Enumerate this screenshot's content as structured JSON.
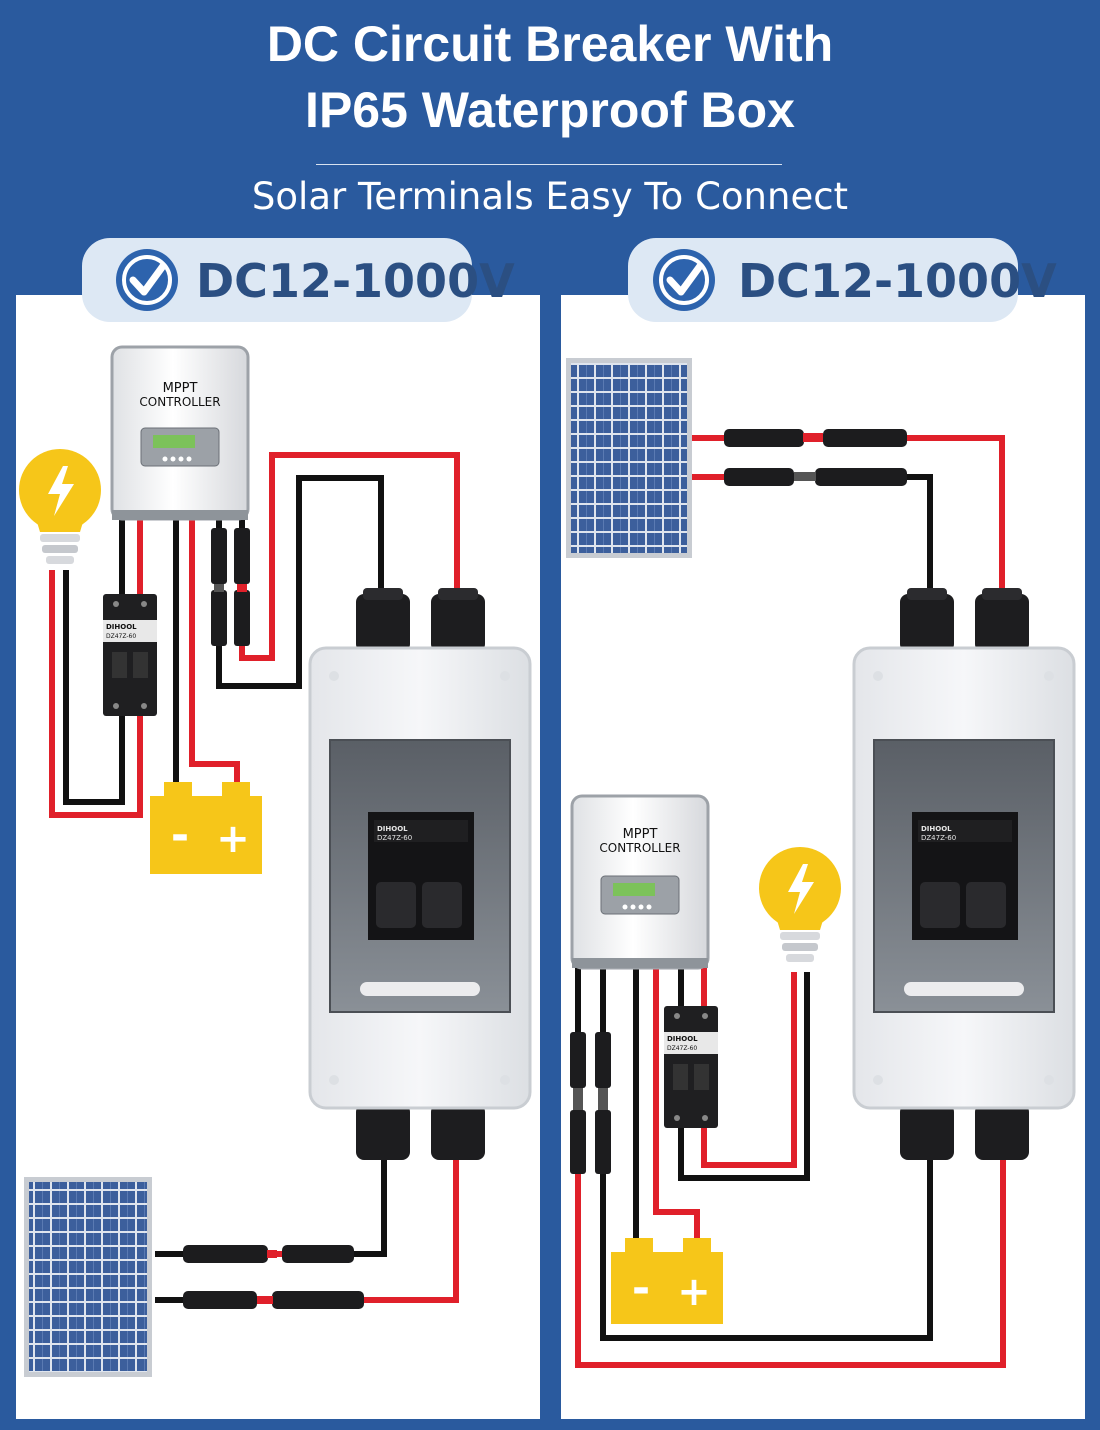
{
  "header": {
    "title_line1": "DC Circuit Breaker With",
    "title_line2": "IP65 Waterproof Box",
    "subtitle": "Solar Terminals Easy To Connect"
  },
  "panels": [
    {
      "voltage_badge": "DC12-1000V",
      "controller_line1": "MPPT",
      "controller_line2": "CONTROLLER",
      "breaker_brand": "DIHOOL",
      "breaker_model": "DZ47Z-60"
    },
    {
      "voltage_badge": "DC12-1000V",
      "controller_line1": "MPPT",
      "controller_line2": "CONTROLLER",
      "breaker_brand": "DIHOOL",
      "breaker_model": "DZ47Z-60"
    }
  ],
  "battery": {
    "minus": "-",
    "plus": "+"
  },
  "colors": {
    "background": "#2a5a9e",
    "badge": "#dde8f4",
    "check": "#2d63ad",
    "badge_text": "#2b4f82",
    "wire_red": "#e0202a",
    "wire_black": "#111111",
    "battery": "#f6c619",
    "bulb": "#f6c619",
    "solar_cell": "#3c5f9c",
    "lcd": "#7cc25a"
  },
  "icons": [
    "check-circle-icon",
    "lightbulb-icon",
    "battery-icon",
    "solar-panel-icon",
    "lightning-icon"
  ]
}
